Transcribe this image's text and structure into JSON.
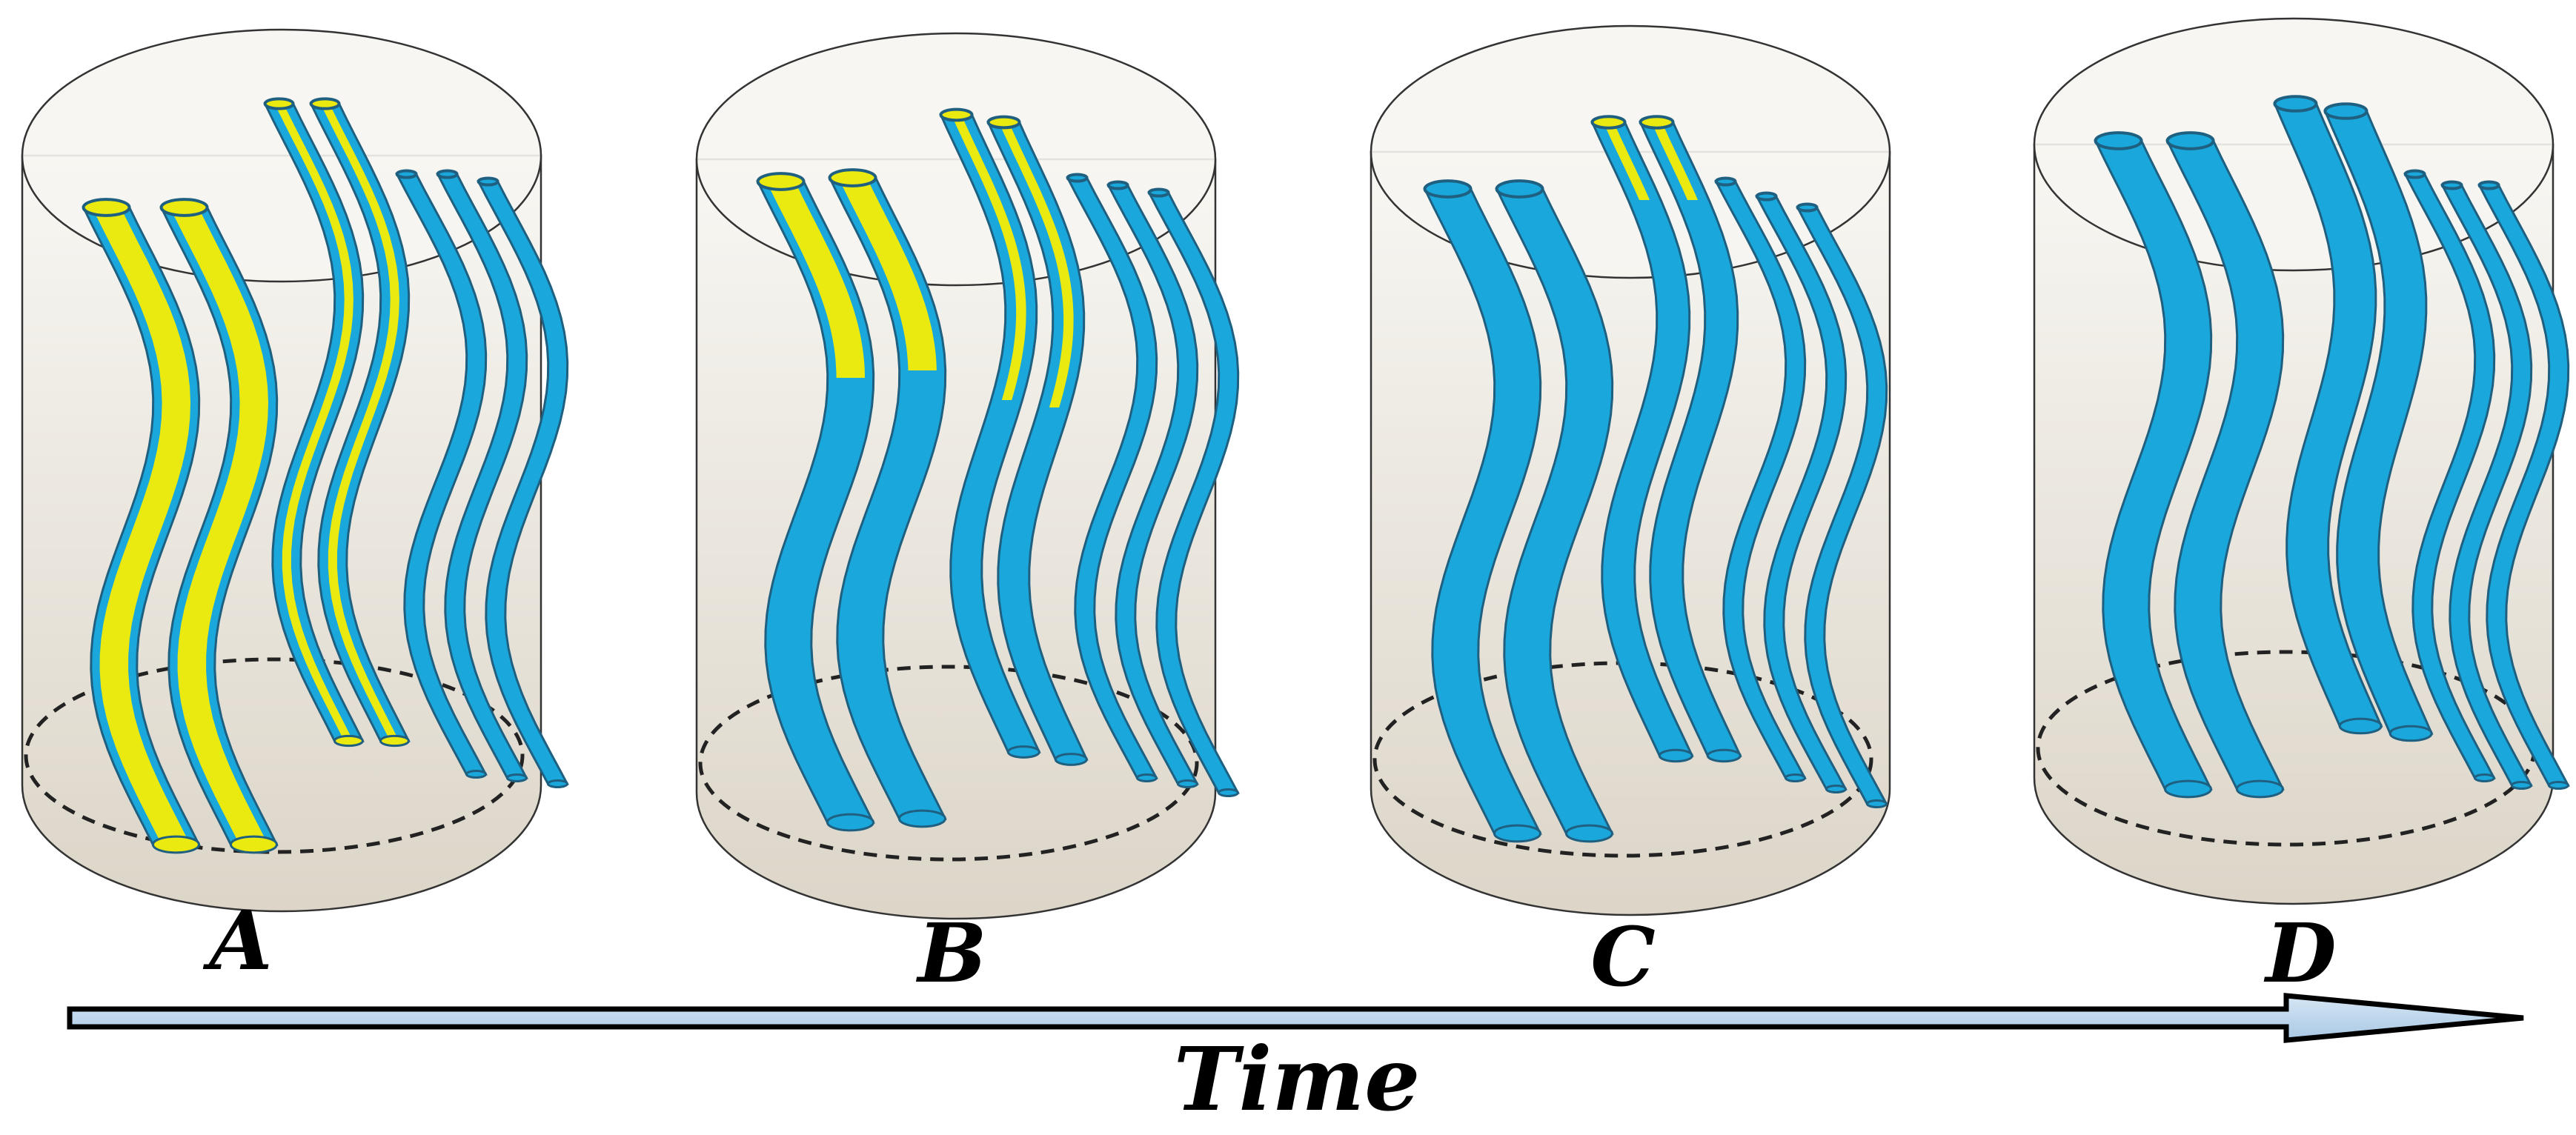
{
  "panels": [
    {
      "label": "A",
      "stage": "yellow-filled"
    },
    {
      "label": "B",
      "stage": "partially-filled"
    },
    {
      "label": "C",
      "stage": "nearly-empty"
    },
    {
      "label": "D",
      "stage": "empty"
    }
  ],
  "axis": {
    "label": "Time"
  },
  "colors": {
    "fiber": "#1aa7dc",
    "fiber_edge": "#1f5f80",
    "fill": "#eaea10",
    "cylinder_top": "#f6f5f1",
    "cylinder_bottom": "#ddd6c9",
    "arrow": "#b5d3ec"
  }
}
